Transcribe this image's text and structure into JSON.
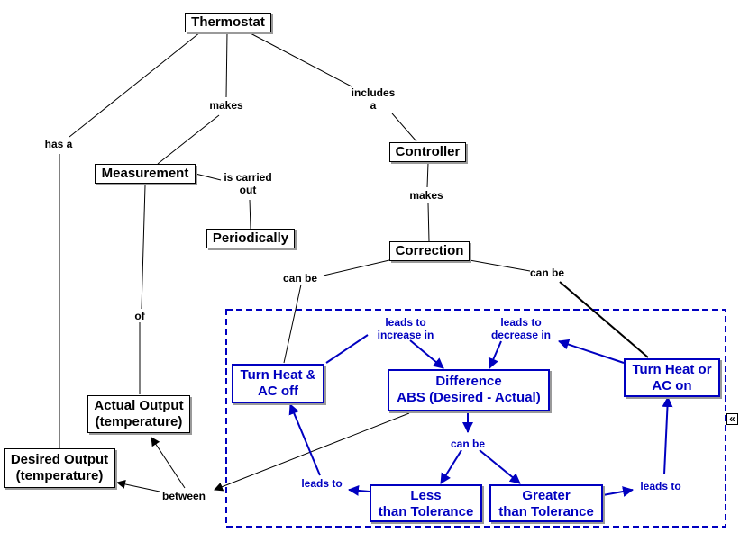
{
  "colors": {
    "concept_border": "#000000",
    "group_border": "#0000c0",
    "group_text": "#0000c0",
    "shadow": "#9a9a9a"
  },
  "concepts": {
    "thermostat": "Thermostat",
    "measurement": "Measurement",
    "periodically": "Periodically",
    "controller": "Controller",
    "correction": "Correction",
    "actual_output": "Actual Output\n(temperature)",
    "desired_output": "Desired Output\n(temperature)",
    "turn_heat_ac_off": "Turn Heat &\nAC off",
    "difference": "Difference\nABS (Desired - Actual)",
    "turn_heat_ac_on": "Turn Heat or\nAC on",
    "less_than_tolerance": "Less\nthan Tolerance",
    "greater_than_tolerance": "Greater\nthan Tolerance"
  },
  "links": {
    "has_a": "has a",
    "makes_1": "makes",
    "includes_a": "includes\na",
    "is_carried_out": "is carried\nout",
    "makes_2": "makes",
    "of": "of",
    "can_be_1": "can be",
    "can_be_2": "can be",
    "between": "between",
    "leads_to_increase": "leads to\nincrease in",
    "leads_to_decrease": "leads to\ndecrease in",
    "can_be_3": "can be",
    "leads_to_1": "leads to",
    "leads_to_2": "leads to"
  },
  "collapse_icon": "«"
}
